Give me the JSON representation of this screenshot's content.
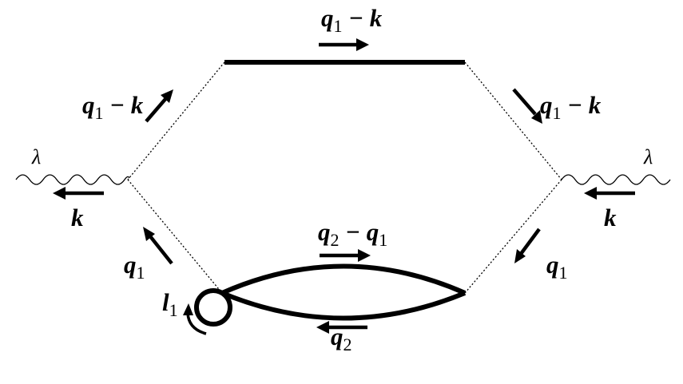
{
  "labels": {
    "top_line": {
      "main": "q",
      "sub": "1",
      "rest": " − k"
    },
    "left_upper": {
      "main": "q",
      "sub": "1",
      "rest": " − k"
    },
    "right_upper": {
      "main": "q",
      "sub": "1",
      "rest": " − k"
    },
    "left_wave": "λ",
    "right_wave": "λ",
    "left_k": "k",
    "right_k": "k",
    "left_lower": {
      "main": "q",
      "sub": "1"
    },
    "right_lower": {
      "main": "q",
      "sub": "1"
    },
    "loop_upper": {
      "main": "q",
      "sub": "2",
      "rest": " − q",
      "sub2": "1"
    },
    "loop_lower": {
      "main": "q",
      "sub": "2"
    },
    "tadpole": {
      "main": "l",
      "sub": "1"
    }
  }
}
